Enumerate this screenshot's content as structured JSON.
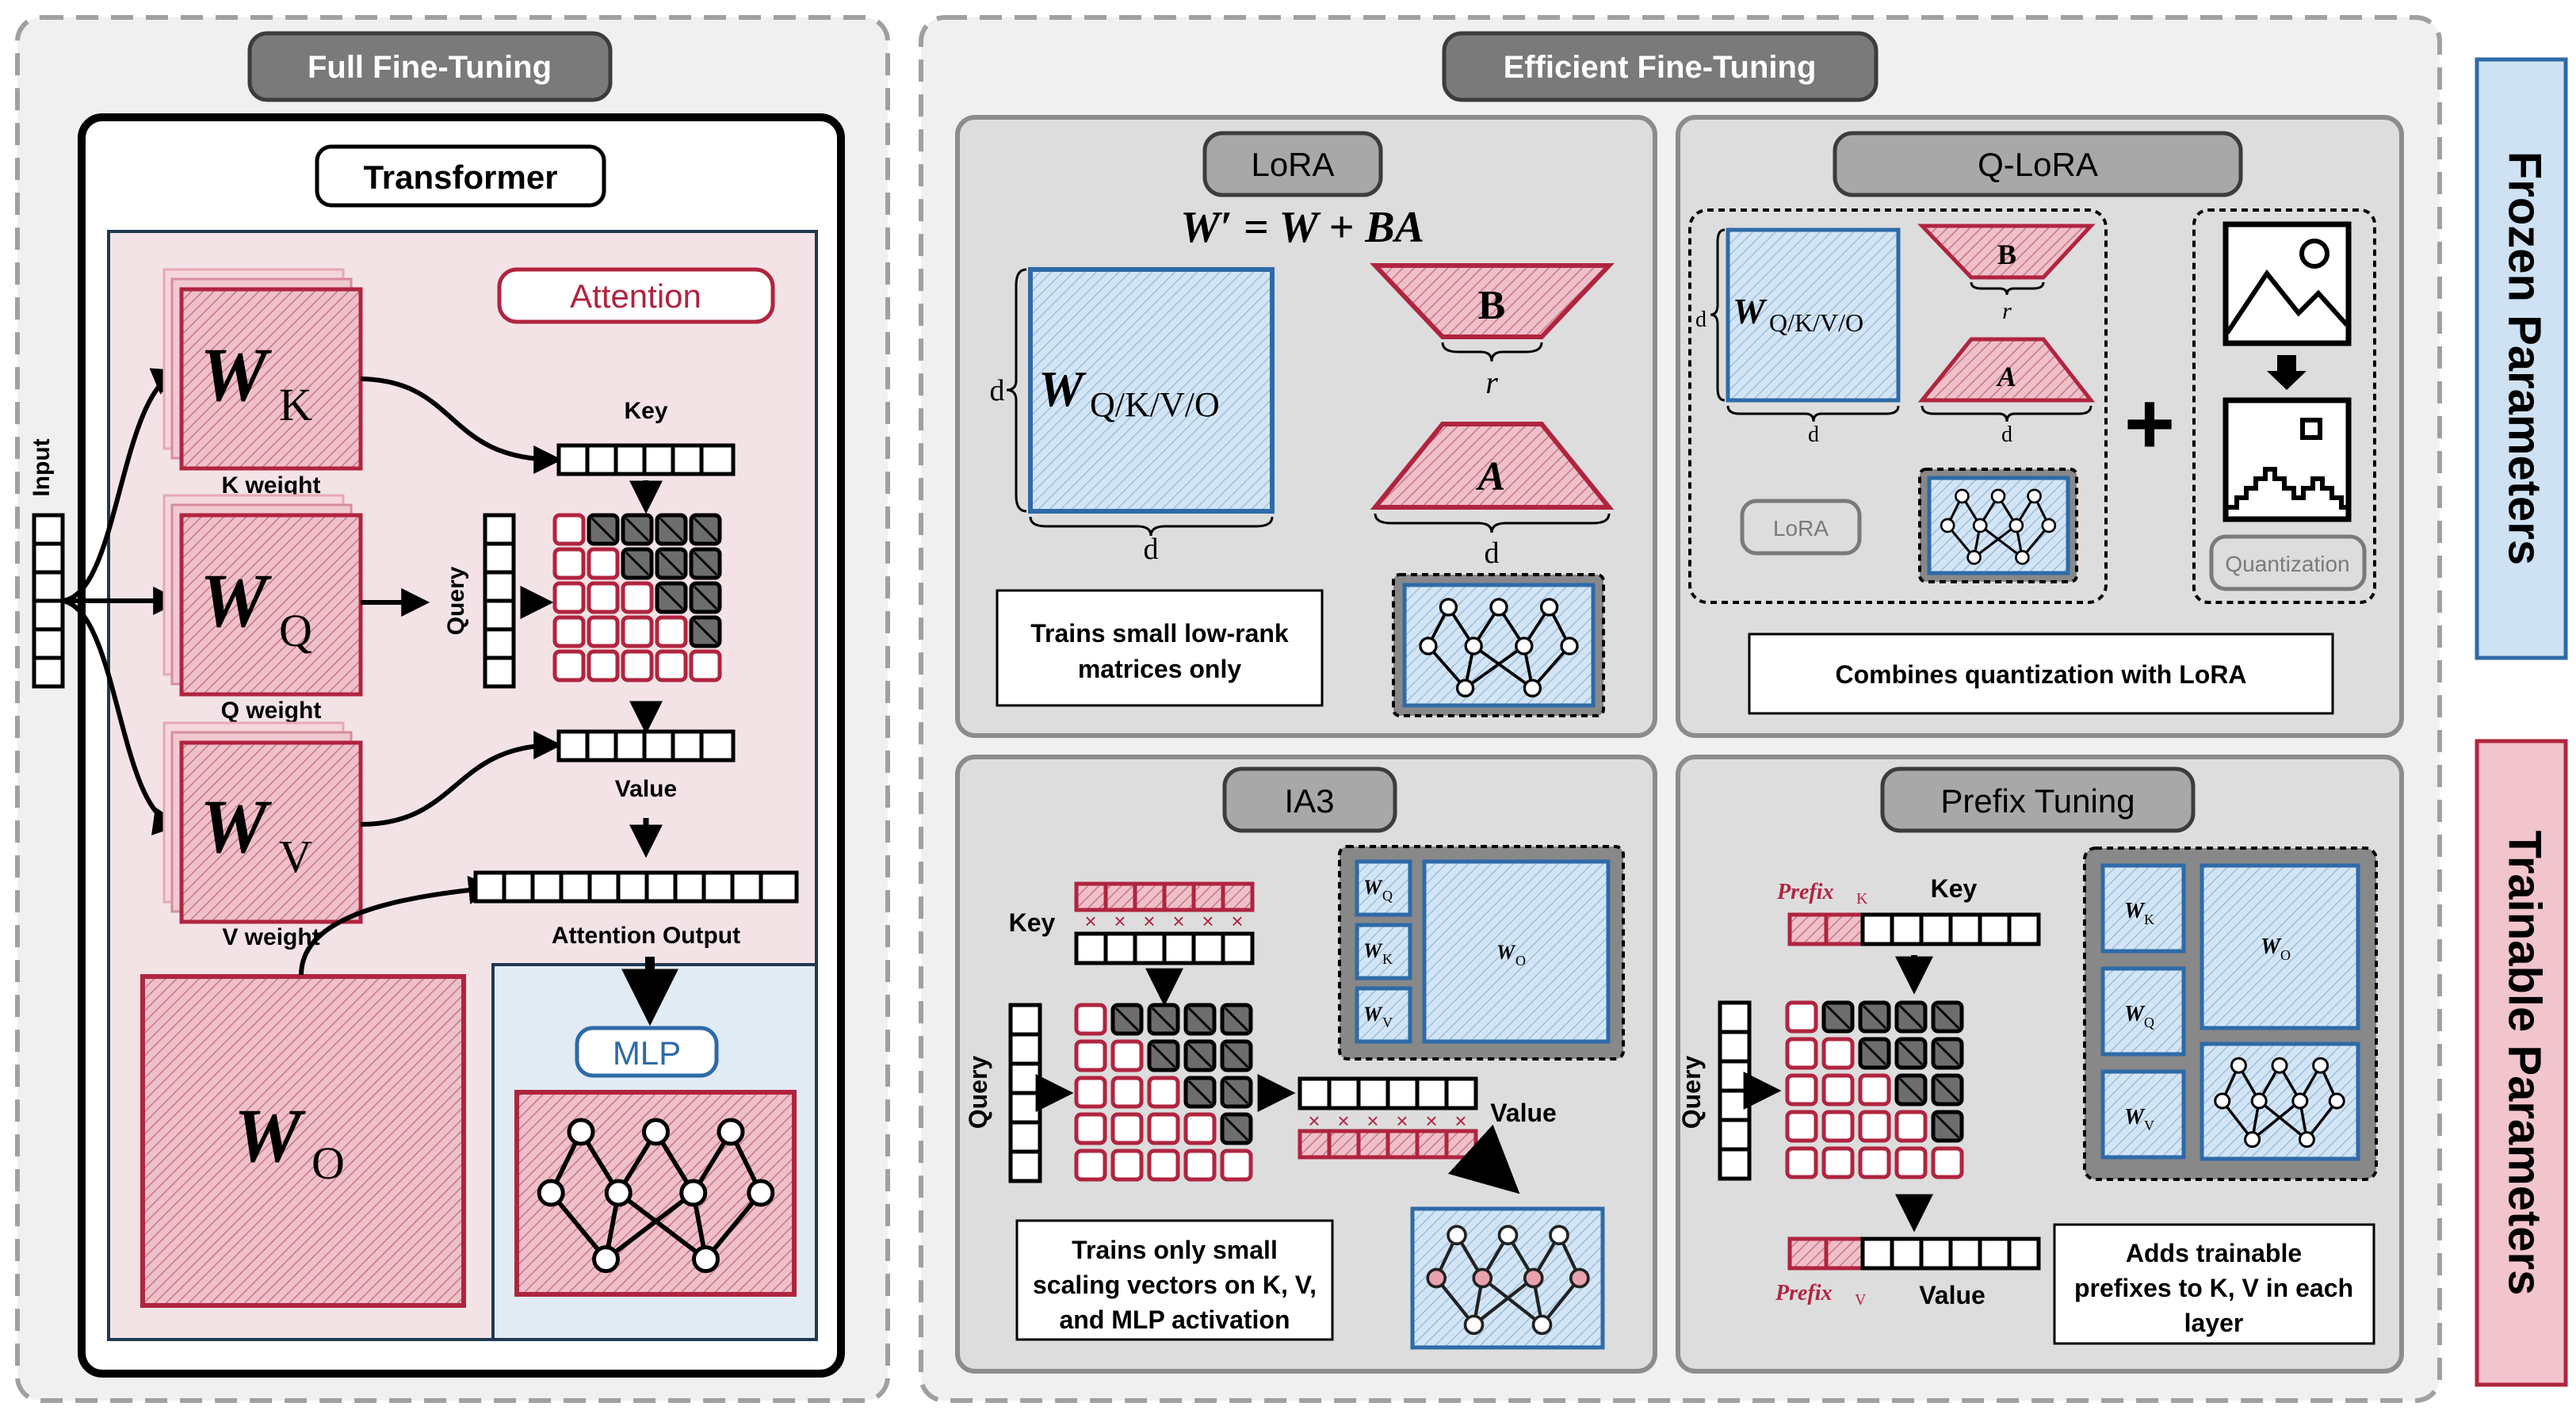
{
  "full_ft": {
    "title": "Full Fine-Tuning",
    "transformer_label": "Transformer",
    "attention_label": "Attention",
    "input_label": "Input",
    "wk_main": "W",
    "wk_sub": "K",
    "wk_caption": "K weight",
    "wq_main": "W",
    "wq_sub": "Q",
    "wq_caption": "Q weight",
    "wv_main": "W",
    "wv_sub": "V",
    "wv_caption": "V weight",
    "wo_main": "W",
    "wo_sub": "O",
    "key_label": "Key",
    "query_label": "Query",
    "value_label": "Value",
    "attn_output_label": "Attention Output",
    "mlp_label": "MLP"
  },
  "efficient_ft": {
    "title": "Efficient Fine-Tuning",
    "lora": {
      "title": "LoRA",
      "formula": "W′ = W + BA",
      "w_main": "W",
      "w_sub": "Q/K/V/O",
      "d_left": "d",
      "d_bottom": "d",
      "b_label": "B",
      "a_label": "A",
      "r_label": "r",
      "d_a": "d",
      "desc_line1": "Trains small low-rank",
      "desc_line2": "matrices only"
    },
    "qlora": {
      "title": "Q-LoRA",
      "w_main": "W",
      "w_sub": "Q/K/V/O",
      "d_left": "d",
      "d_bottom": "d",
      "b_label": "B",
      "a_label": "A",
      "r_label": "r",
      "d_a": "d",
      "lora_badge": "LoRA",
      "plus": "+",
      "quant_badge": "Quantization",
      "desc": "Combines quantization with LoRA"
    },
    "ia3": {
      "title": "IA3",
      "key_label": "Key",
      "query_label": "Query",
      "value_label": "Value",
      "scale_mark": "×",
      "wq": "Q",
      "wk": "K",
      "wv": "V",
      "wo": "O",
      "w": "W",
      "desc_line1": "Trains only small",
      "desc_line2": "scaling vectors on K, V,",
      "desc_line3": "and MLP activation"
    },
    "prefix": {
      "title": "Prefix Tuning",
      "prefix_k_main": "Prefix",
      "prefix_k_sub": "K",
      "prefix_v_main": "Prefix",
      "prefix_v_sub": "V",
      "key_label": "Key",
      "query_label": "Query",
      "value_label": "Value",
      "wk": "K",
      "wq": "Q",
      "wv": "V",
      "wo": "O",
      "w": "W",
      "desc_line1": "Adds trainable",
      "desc_line2": "prefixes to K, V in each",
      "desc_line3": "layer"
    }
  },
  "legend": {
    "frozen": "Frozen Parameters",
    "trainable": "Trainable Parameters"
  },
  "colors": {
    "frozen_blue": "#2e6aa8",
    "frozen_fill": "#cfe2f3",
    "trainable_red": "#b0243f",
    "trainable_fill": "#f2c4cc",
    "panel_gray": "#dedede",
    "title_pill": "#7a7a7a"
  }
}
